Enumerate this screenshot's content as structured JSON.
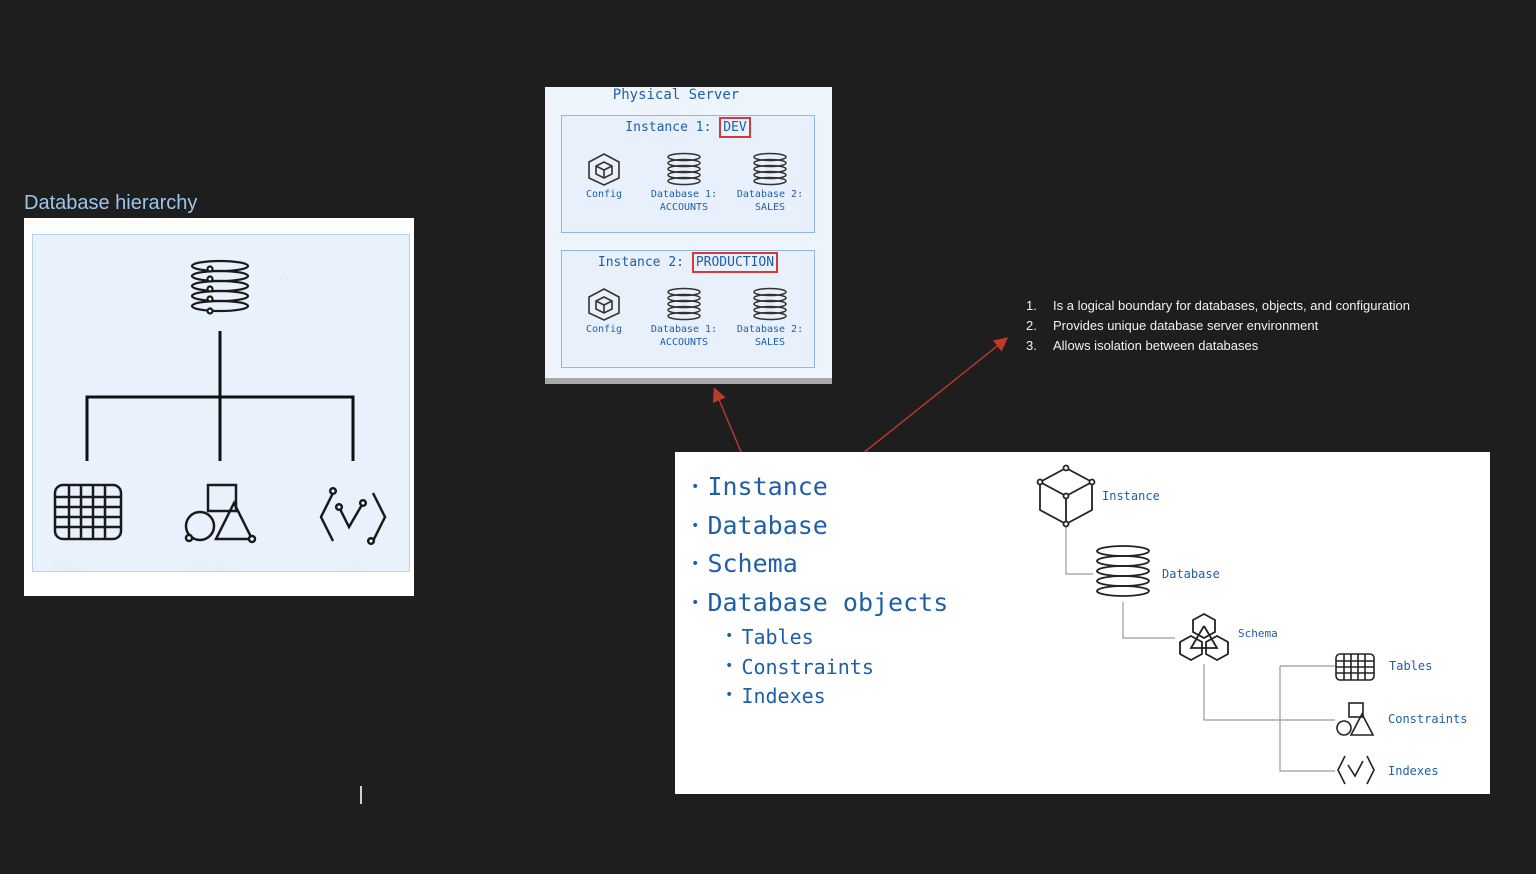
{
  "left_panel": {
    "heading": "Database hierarchy",
    "faint_labels": {
      "database": "Database",
      "tables": "Tables",
      "constraints": "constraints",
      "indexes": "Index"
    }
  },
  "server_panel": {
    "title": "Physical Server",
    "instances": [
      {
        "prefix": "Instance 1:",
        "env": "DEV",
        "config": "Config",
        "db1_line1": "Database 1:",
        "db1_line2": "ACCOUNTS",
        "db2_line1": "Database 2:",
        "db2_line2": "SALES"
      },
      {
        "prefix": "Instance 2:",
        "env": "PRODUCTION",
        "config": "Config",
        "db1_line1": "Database 1:",
        "db1_line2": "ACCOUNTS",
        "db2_line1": "Database 2:",
        "db2_line2": "SALES"
      }
    ]
  },
  "notes": [
    {
      "num": "1.",
      "text": "Is a logical boundary for databases, objects, and configuration"
    },
    {
      "num": "2.",
      "text": "Provides unique database server environment"
    },
    {
      "num": "3.",
      "text": "Allows isolation between databases"
    }
  ],
  "hierarchy": {
    "bullets": [
      "Instance",
      "Database",
      "Schema",
      "Database objects"
    ],
    "sub_bullets": [
      "Tables",
      "Constraints",
      "Indexes"
    ],
    "tree_labels": {
      "instance": "Instance",
      "database": "Database",
      "schema": "Schema",
      "tables": "Tables",
      "constraints": "Constraints",
      "indexes": "Indexes"
    }
  },
  "colors": {
    "background": "#1e1e1e",
    "accent_blue": "#1f5fa8",
    "highlight_red": "#d43a3a",
    "arrow_red": "#c0392b"
  }
}
